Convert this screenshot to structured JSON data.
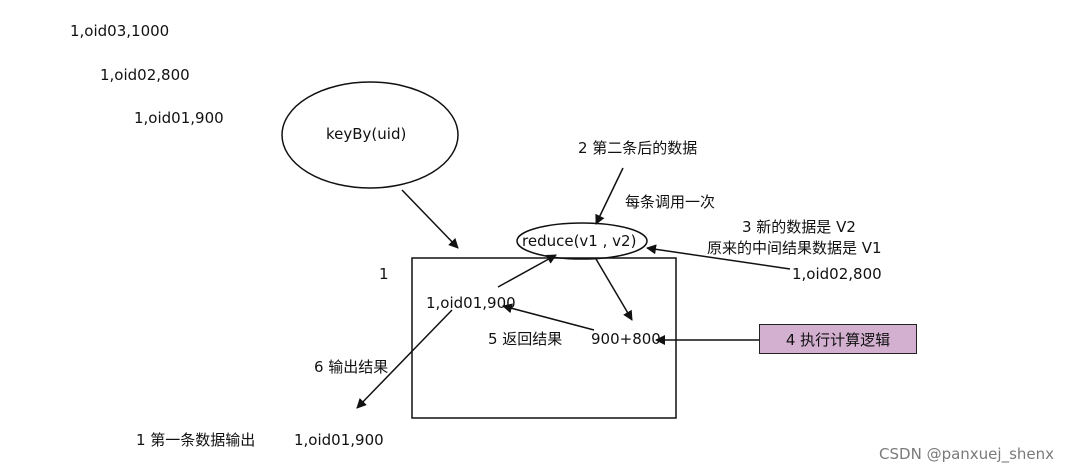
{
  "input_records": [
    "1,oid03,1000",
    "1,oid02,800",
    "1,oid01,900"
  ],
  "keyby": "keyBy(uid)",
  "reduce": "reduce(v1 , v2)",
  "box_number": "1",
  "box_record": "1,oid01,900",
  "box_sum": "900+800",
  "return_result": "5 返回结果",
  "second_data": "2 第二条后的数据",
  "call_each": "每条调用一次",
  "new_data": "3  新的数据是 V2",
  "old_data": "原来的中间结果数据是  V1",
  "new_record": "1,oid02,800",
  "compute": "4  执行计算逻辑",
  "output": "6 输出结果",
  "first_output": "1 第一条数据输出",
  "first_output_value": "1,oid01,900",
  "watermark": "CSDN @panxuej_shenx",
  "colors": {
    "compute_box": "#d4b0d0",
    "stroke": "#111111"
  }
}
